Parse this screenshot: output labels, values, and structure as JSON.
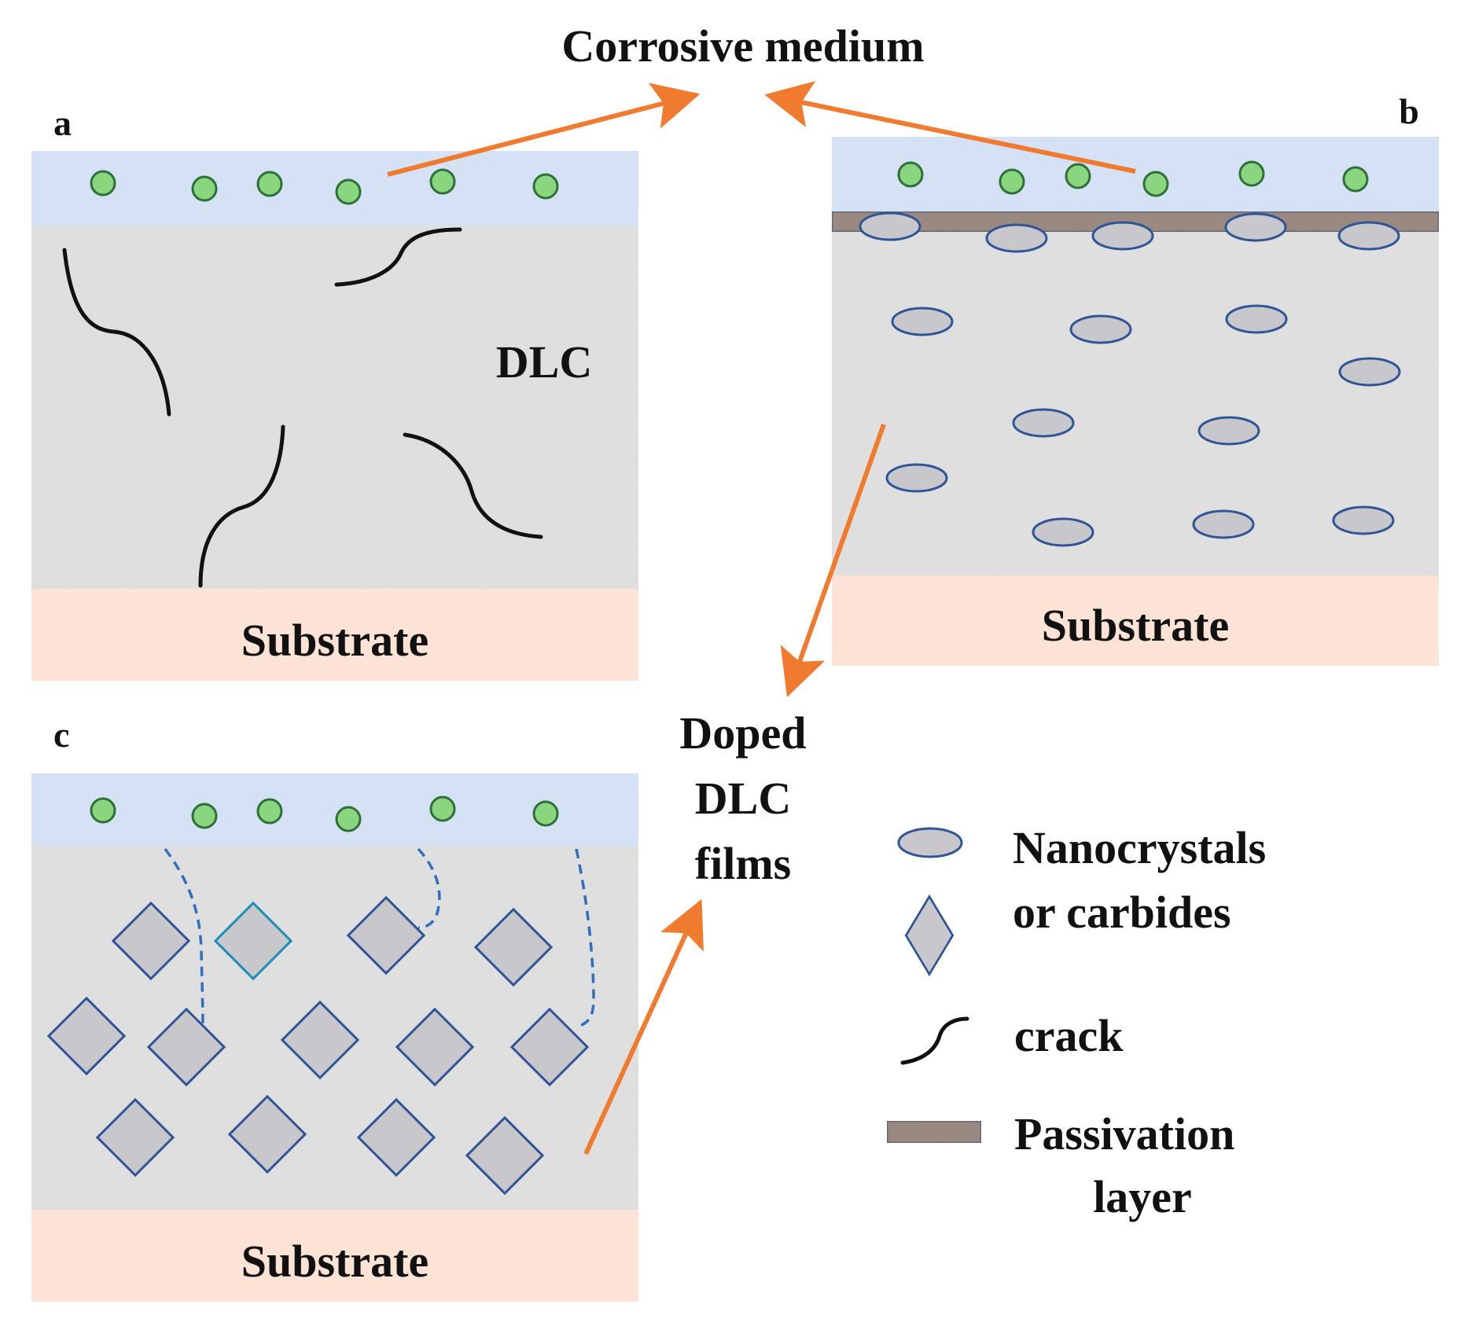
{
  "title": "Corrosive medium",
  "panels": {
    "a": {
      "letter": "a",
      "film_label": "DLC",
      "substrate_label": "Substrate"
    },
    "b": {
      "letter": "b",
      "substrate_label": "Substrate"
    },
    "c": {
      "letter": "c",
      "substrate_label": "Substrate"
    }
  },
  "center_label": {
    "line1": "Doped",
    "line2": "DLC",
    "line3": "films"
  },
  "legend": {
    "nanocrystals_line1": "Nanocrystals",
    "nanocrystals_line2": "or carbides",
    "crack": "crack",
    "passivation_line1": "Passivation",
    "passivation_line2": "layer"
  },
  "colors": {
    "medium": "#d5e2f5",
    "film": "#e8e8e8",
    "substrate": "#fde3d5",
    "ion_fill": "#8ad67e",
    "ion_stroke": "#2f6f3a",
    "particle_fill": "#c8c8cc",
    "particle_stroke": "#2f5597",
    "arrow": "#f07b2e",
    "passivation": "#9c8a80"
  }
}
